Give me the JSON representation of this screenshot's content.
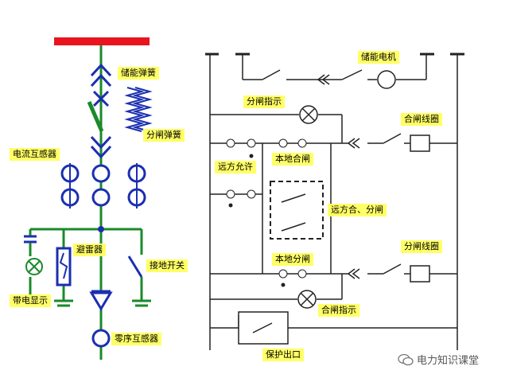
{
  "left_diagram": {
    "labels": {
      "energy_storage_spring": "储能弹簧",
      "opening_spring": "分闸弹簧",
      "current_transformer": "电流互感器",
      "surge_arrester": "避雷器",
      "earthing_switch": "接地开关",
      "live_display": "带电显示",
      "zero_sequence_ct": "零序互感器"
    },
    "colors": {
      "busbar": "#e8141e",
      "line": "#1a8a2a",
      "component": "#1a2fb0"
    }
  },
  "right_diagram": {
    "labels": {
      "energy_storage_motor": "储能电机",
      "opening_indicator": "分闸指示",
      "closing_coil": "合闸线圈",
      "remote_allow": "远方允许",
      "local_close": "本地合闸",
      "remote_close_open": "远方合、分闸",
      "opening_coil": "分闸线圈",
      "local_open": "本地分闸",
      "closing_indicator": "合闸指示",
      "protection_output": "保护出口"
    },
    "colors": {
      "line": "#222222",
      "label_bg": "#ffff66"
    }
  },
  "watermark": {
    "text": "电力知识课堂",
    "icon": "wechat-icon"
  }
}
